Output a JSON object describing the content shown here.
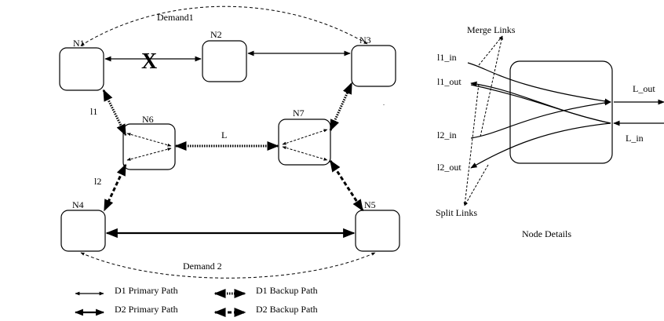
{
  "nodes": {
    "n1": "N1",
    "n2": "N2",
    "n3": "N3",
    "n4": "N4",
    "n5": "N5",
    "n6": "N6",
    "n7": "N7"
  },
  "links": {
    "l1": "l1",
    "l2": "l2",
    "l": "L",
    "x_mark": "X"
  },
  "demands": {
    "demand1": "Demand1",
    "demand2": "Demand 2"
  },
  "legend": {
    "d1_primary": "D1 Primary Path",
    "d1_backup": "D1 Backup Path",
    "d2_primary": "D2 Primary Path",
    "d2_backup": "D2 Backup Path"
  },
  "node_details": {
    "title": "Node Details",
    "merge_links": "Merge Links",
    "split_links": "Split Links",
    "l1_in": "l1_in",
    "l1_out": "l1_out",
    "l2_in": "l2_in",
    "l2_out": "l2_out",
    "L_out": "L_out",
    "L_in": "L_in"
  }
}
